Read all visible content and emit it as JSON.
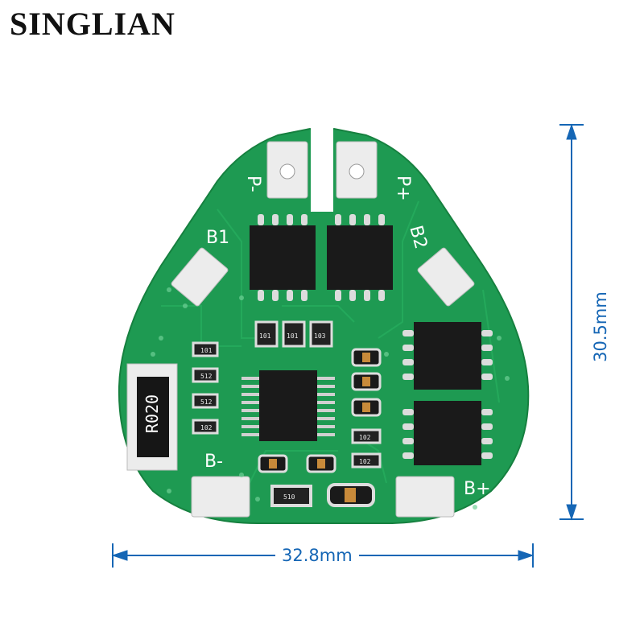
{
  "brand": {
    "name": "SINGLIAN"
  },
  "dimensions": {
    "width": "32.8mm",
    "height": "30.5mm"
  },
  "silkscreen": {
    "p_minus": "P-",
    "p_plus": "P+",
    "b1": "B1",
    "b2": "B2",
    "b_minus": "B-",
    "b_plus": "B+"
  },
  "components": {
    "shunt": "R020",
    "r1": "101",
    "r2": "512",
    "r3": "512",
    "r4": "102",
    "r5": "102",
    "r6": "102",
    "r7": "510",
    "r8": "101",
    "r9": "103"
  },
  "colors": {
    "pcb": "#1e9a52",
    "pcb_dark": "#137a3f",
    "pad": "#ececec",
    "dimension": "#1566b5"
  }
}
